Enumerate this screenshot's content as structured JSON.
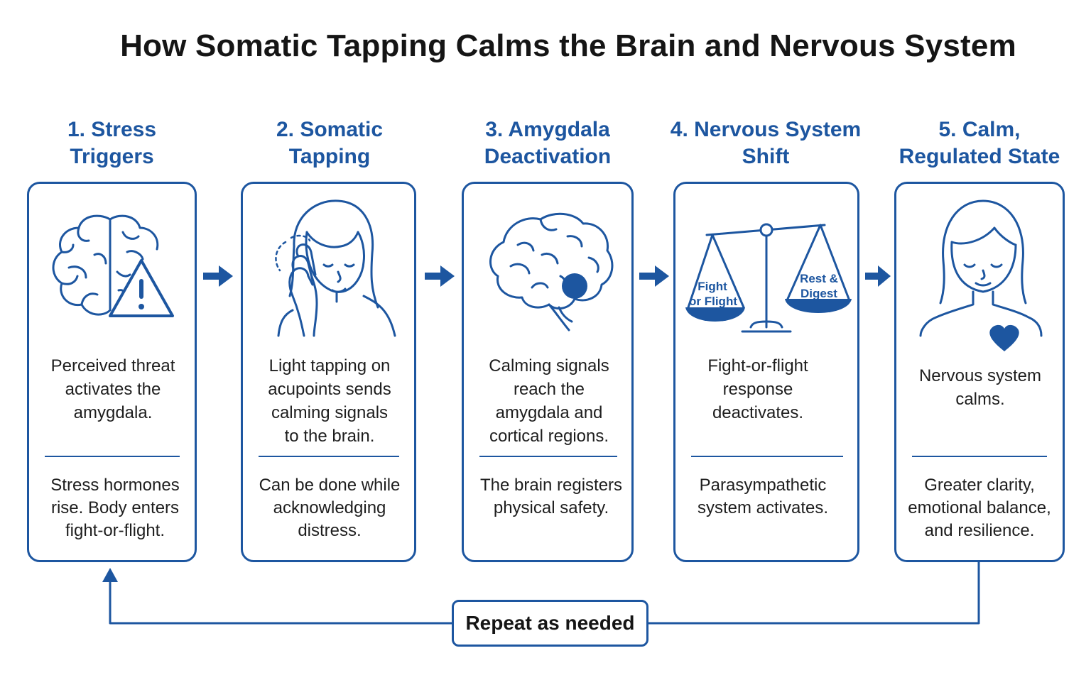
{
  "title": "How Somatic Tapping Calms the Brain and Nervous System",
  "colors": {
    "accent": "#1d56a0",
    "text": "#1e1e1e",
    "background": "#ffffff"
  },
  "steps": [
    {
      "title_line1": "1. Stress",
      "title_line2": "Triggers",
      "icon": "brain-warning-icon",
      "desc_lines": [
        "Perceived threat",
        "activates the",
        "amygdala."
      ],
      "detail_lines": [
        "Stress hormones",
        "rise. Body enters",
        "fight-or-flight."
      ]
    },
    {
      "title_line1": "2. Somatic",
      "title_line2": "Tapping",
      "icon": "person-tapping-icon",
      "desc_lines": [
        "Light tapping on",
        "acupoints sends",
        "calming signals",
        "to the brain."
      ],
      "detail_lines": [
        "Can be done while",
        "acknowledging",
        "distress."
      ]
    },
    {
      "title_line1": "3. Amygdala",
      "title_line2": "Deactivation",
      "icon": "brain-amygdala-icon",
      "desc_lines": [
        "Calming signals",
        "reach the",
        "amygdala and",
        "cortical regions."
      ],
      "detail_lines": [
        "The brain registers",
        "physical safety."
      ]
    },
    {
      "title_line1": "4. Nervous System",
      "title_line2": "Shift",
      "icon": "balance-scale-icon",
      "scale_labels": {
        "left_line1": "Fight",
        "left_line2": "or Flight",
        "right_line1": "Rest &",
        "right_line2": "Digest"
      },
      "desc_lines": [
        "Fight-or-flight",
        "response",
        "deactivates."
      ],
      "detail_lines": [
        "Parasympathetic",
        "system activates."
      ]
    },
    {
      "title_line1": "5. Calm,",
      "title_line2": "Regulated State",
      "icon": "calm-person-heart-icon",
      "desc_lines": [
        "Nervous system",
        "calms."
      ],
      "detail_lines": [
        "Greater clarity,",
        "emotional balance,",
        "and resilience."
      ]
    }
  ],
  "loop_label": "Repeat as needed"
}
